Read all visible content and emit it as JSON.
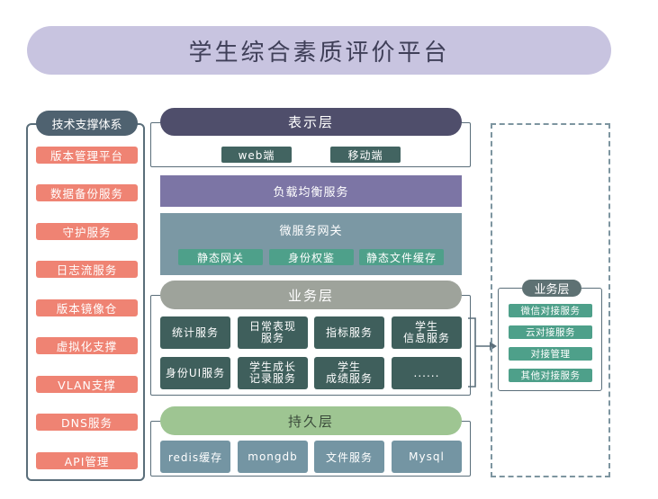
{
  "title": "学生综合素质评价平台",
  "left": {
    "header": "技术支撑体系",
    "items": [
      "版本管理平台",
      "数据备份服务",
      "守护服务",
      "日志流服务",
      "版本镜像仓",
      "虚拟化支撑",
      "VLAN支撑",
      "DNS服务",
      "API管理"
    ]
  },
  "presentation": {
    "label": "表示层",
    "items": [
      "web端",
      "移动端"
    ]
  },
  "load_balance": "负载均衡服务",
  "gateway": {
    "label": "微服务网关",
    "items": [
      "静态网关",
      "身份权鉴",
      "静态文件缓存"
    ]
  },
  "business": {
    "label": "业务层",
    "row1": [
      "统计服务",
      "日常表现\n服务",
      "指标服务",
      "学生\n信息服务"
    ],
    "row2": [
      "身份UI服务",
      "学生成长\n记录服务",
      "学生\n成绩服务",
      "......"
    ]
  },
  "persistence": {
    "label": "持久层",
    "items": [
      "redis缓存",
      "mongdb",
      "文件服务",
      "Mysql"
    ]
  },
  "right": {
    "label": "业务层",
    "items": [
      "微信对接服务",
      "云对接服务",
      "对接管理",
      "其他对接服务"
    ]
  },
  "colors": {
    "title_bg": "#c8c4e0",
    "left_item": "#ef8373",
    "teal_chip": "#4ea08a",
    "dark_teal": "#3f5f5c"
  }
}
